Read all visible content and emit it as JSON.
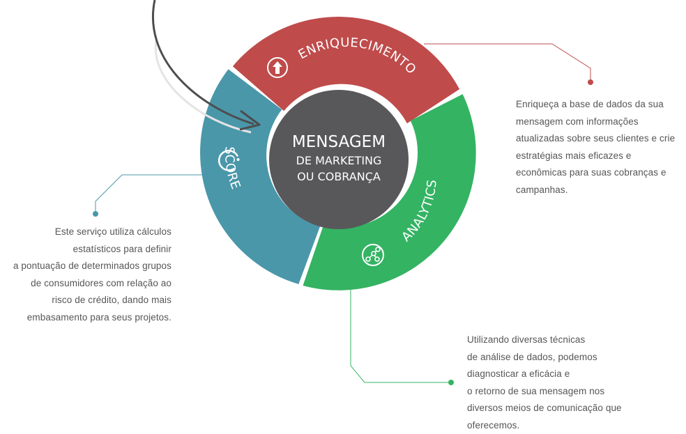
{
  "center": {
    "line1": "MENSAGEM",
    "line2": "DE MARKETING",
    "line3": "OU COBRANÇA"
  },
  "segments": {
    "enriquecimento": {
      "label": "ENRIQUECIMENTO",
      "color": "#bf4b4b",
      "icon": "up-arrow-icon"
    },
    "analytics": {
      "label": "ANALYTICS",
      "color": "#34b363",
      "icon": "nodes-icon"
    },
    "score": {
      "label": "SCORE",
      "color": "#4a97aa",
      "icon": "circle-c-icon"
    }
  },
  "descriptions": {
    "score": [
      "Este serviço utiliza cálculos",
      "estatísticos para definir",
      "a pontuação de determinados grupos",
      "de consumidores com relação ao",
      "risco de crédito, dando mais",
      "embasamento para seus projetos."
    ],
    "enriquecimento": [
      "Enriqueça a base de dados da sua",
      "mensagem com informações",
      "atualizadas sobre seus clientes e crie",
      "estratégias mais eficazes e",
      "econômicas para suas cobranças e",
      "campanhas."
    ],
    "analytics": [
      "Utilizando diversas técnicas",
      "de análise de dados, podemos",
      "diagnosticar a eficácia e",
      "o retorno de sua mensagem nos",
      "diversos meios de comunicação que",
      "oferecemos."
    ]
  },
  "colors": {
    "center": "#58585a",
    "arrow": "#4d4d4f",
    "connector_score": "#4a97aa",
    "connector_enrich": "#bf4b4b",
    "connector_analytics": "#34b363",
    "text": "#555555"
  }
}
